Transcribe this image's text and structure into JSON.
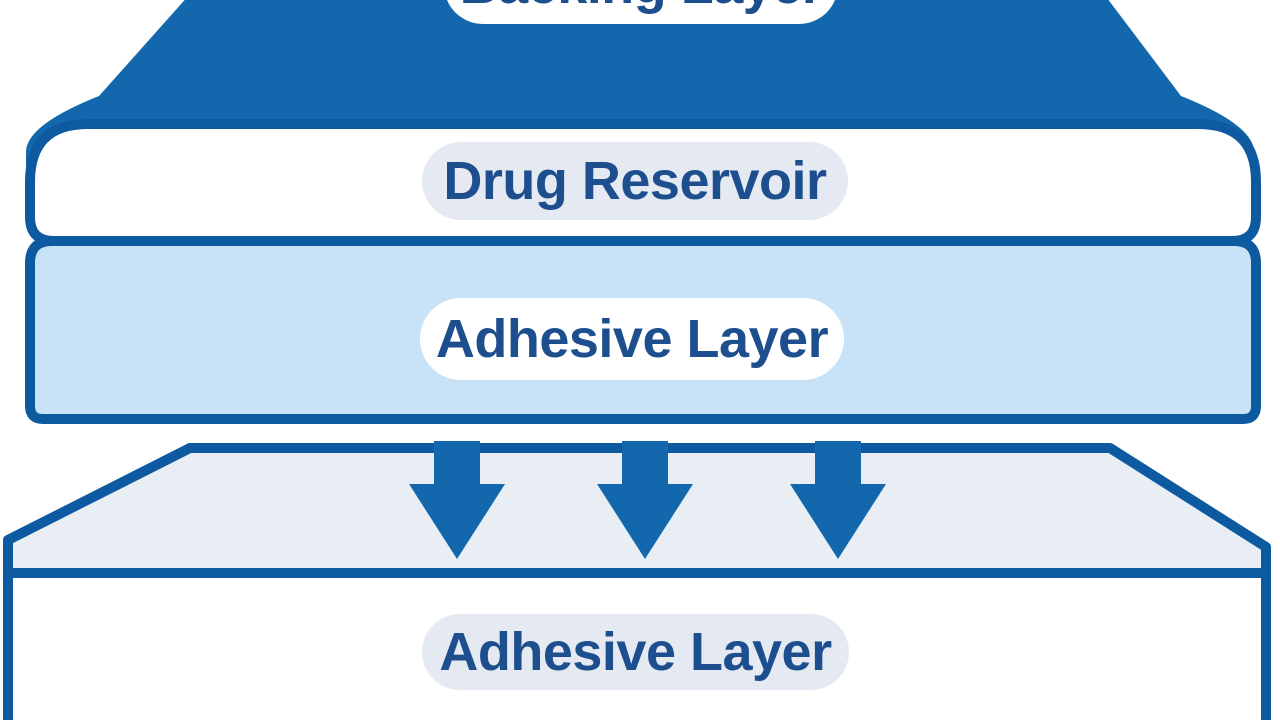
{
  "diagram": {
    "patch": {
      "backing_label": "Backing Layer",
      "reservoir_label": "Drug Reservoir",
      "adhesive_label": "Adhesive Layer"
    },
    "lower_layer": {
      "adhesive_label": "Adhesive Layer"
    },
    "arrows": {
      "count": 3,
      "direction": "down"
    }
  },
  "colors": {
    "primary_blue": "#1368ad",
    "outline_blue": "#0d5aa1",
    "light_blue": "#c8e3f7",
    "pale_blue_gray": "#e9eef5",
    "pill_gray": "#e5eaf2",
    "text_blue": "#1d4f8e",
    "white": "#ffffff"
  }
}
